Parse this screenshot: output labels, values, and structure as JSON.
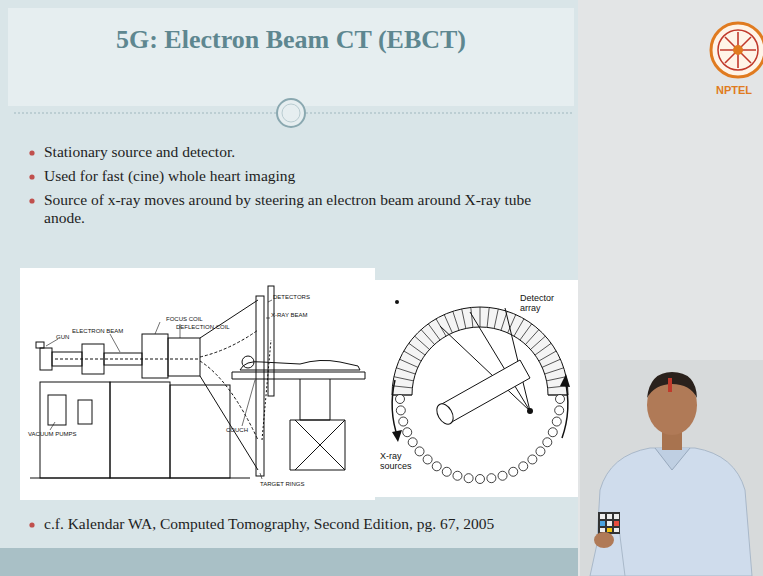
{
  "diagram": {
    "title": "5G: Electron Beam CT (EBCT)",
    "labels": [
      "Stationary source and detector.",
      "Used for fast (cine) whole heart imaging",
      "Source of x-ray moves around by steering an electron beam around X-ray tube anode.",
      "DETECTORS",
      "X-RAY BEAM",
      "FOCUS COIL",
      "DEFLECTION COIL",
      "ELECTRON BEAM",
      "GUN",
      "VACUUM PUMPS",
      "COUCH",
      "TARGET RINGS",
      "Detector array",
      "X-ray sources",
      "c.f. Kalendar WA, Computed Tomography, Second Edition, pg. 67, 2005",
      "NPTEL"
    ]
  }
}
